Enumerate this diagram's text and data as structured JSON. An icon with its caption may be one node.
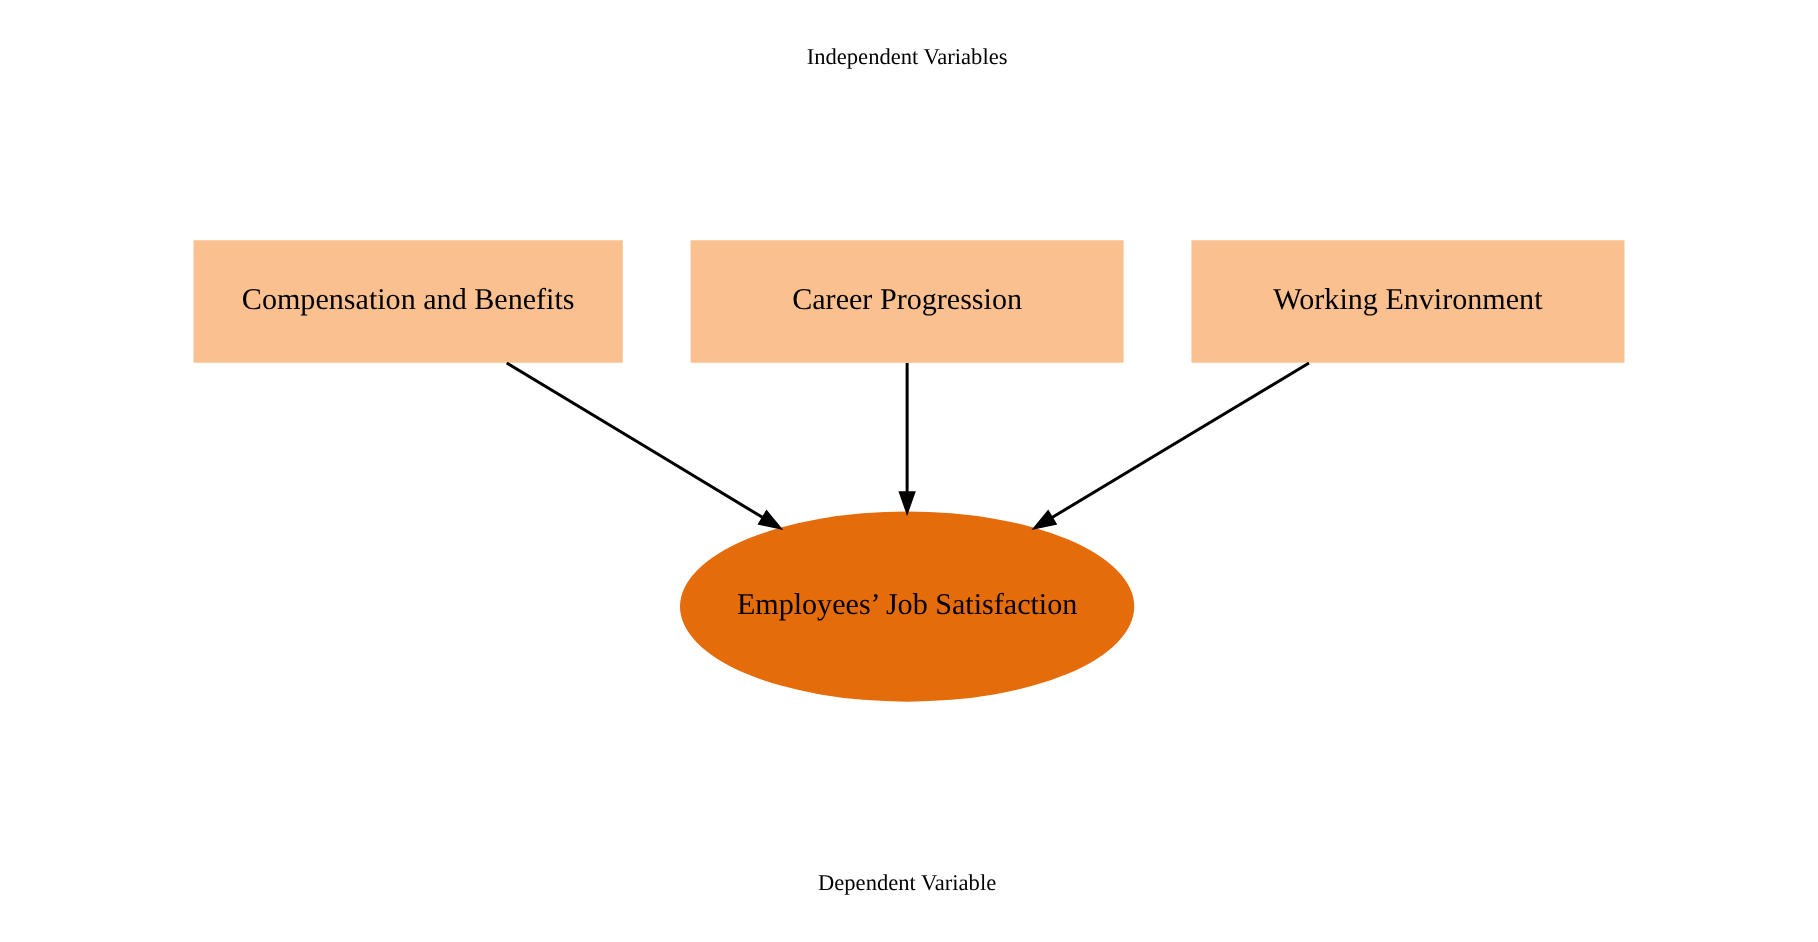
{
  "diagram": {
    "nodes": [
      {
        "text": [
          "Compensation and Benefits"
        ]
      },
      {
        "text": [
          "Career Progression"
        ]
      },
      {
        "text": [
          "Working Environment"
        ]
      },
      {
        "text": [
          "Employees’ Job Satisfaction"
        ]
      }
    ],
    "edges": [
      {
        "from": 0,
        "to": 3,
        "arrow": "to"
      },
      {
        "from": 1,
        "to": 3,
        "arrow": "to"
      },
      {
        "from": 2,
        "to": 3,
        "arrow": "to"
      }
    ],
    "labels": [
      "Independent Variables",
      "Dependent Variable"
    ]
  }
}
